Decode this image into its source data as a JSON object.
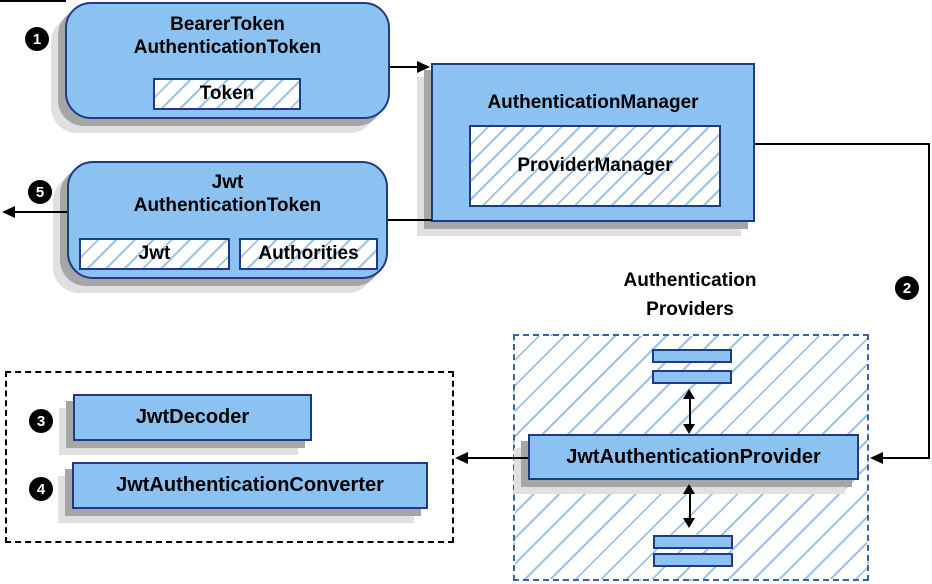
{
  "colors": {
    "box_fill": "#8cc2f2",
    "box_border": "#1c3c85",
    "hatch_line": "#9dc3e6",
    "dashed_blue": "#3465a4",
    "shadow_dark": "#a6a6a6",
    "shadow_light": "#e0e0e0",
    "arrow": "#000000",
    "badge_bg": "#000000",
    "badge_text": "#ffffff"
  },
  "badges": {
    "step1": "1",
    "step2": "2",
    "step3": "3",
    "step4": "4",
    "step5": "5"
  },
  "boxes": {
    "bearer_token": {
      "title_line1": "BearerToken",
      "title_line2": "AuthenticationToken",
      "field_token": "Token"
    },
    "authentication_manager": {
      "title": "AuthenticationManager",
      "inner_label": "ProviderManager"
    },
    "jwt_token": {
      "title_line1": "Jwt",
      "title_line2": "AuthenticationToken",
      "field_jwt": "Jwt",
      "field_authorities": "Authorities"
    },
    "jwt_provider": {
      "label": "JwtAuthenticationProvider"
    },
    "jwt_decoder": {
      "label": "JwtDecoder"
    },
    "jwt_converter": {
      "label": "JwtAuthenticationConverter"
    }
  },
  "labels": {
    "providers_line1": "Authentication",
    "providers_line2": "Providers"
  }
}
